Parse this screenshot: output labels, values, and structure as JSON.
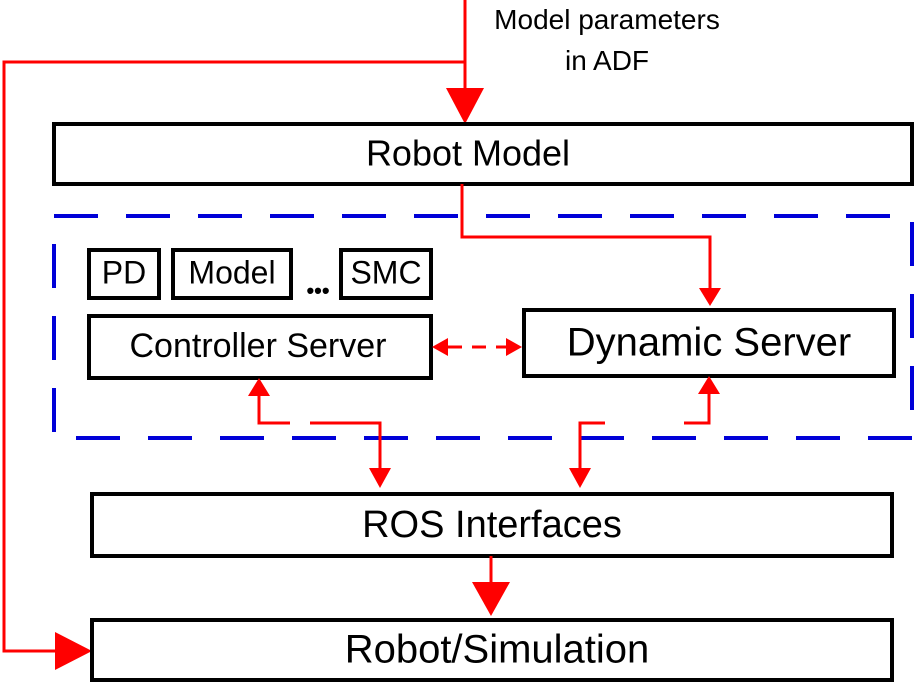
{
  "colors": {
    "arrow": "#ff0000",
    "dashed_group": "#0000d8",
    "box_stroke": "#000000"
  },
  "input_note": {
    "line1": "Model parameters",
    "line2": "in ADF"
  },
  "boxes": {
    "robot_model": "Robot Model",
    "pd": "PD",
    "model": "Model",
    "ellipsis": "•••",
    "smc": "SMC",
    "controller_server": "Controller Server",
    "dynamic_server": "Dynamic Server",
    "ros_interfaces": "ROS Interfaces",
    "robot_simulation": "Robot/Simulation"
  }
}
